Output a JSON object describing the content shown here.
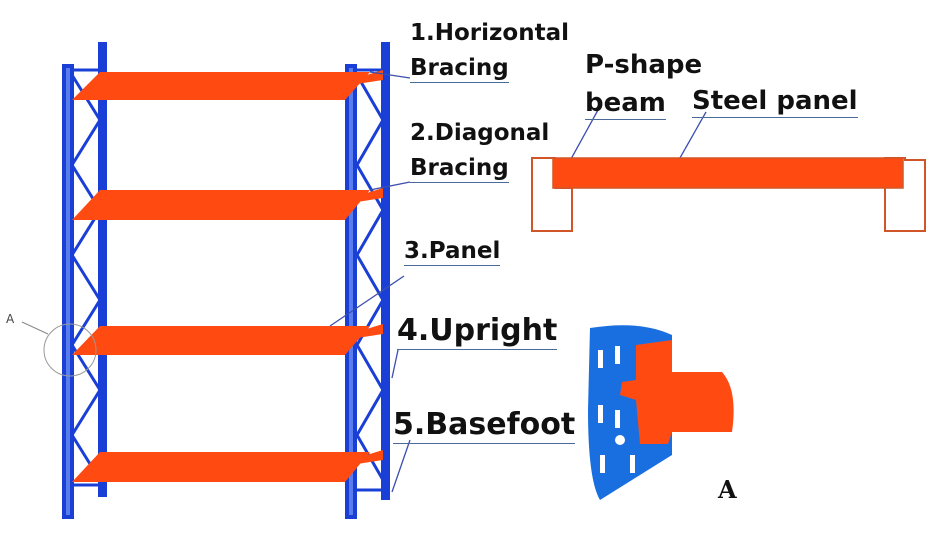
{
  "labels": {
    "horizontal_bracing_1": "1.Horizontal",
    "horizontal_bracing_2": "Bracing",
    "diagonal_bracing_1": "2.Diagonal",
    "diagonal_bracing_2": "Bracing",
    "panel": "3.Panel",
    "upright": "4.Upright",
    "basefoot": "5.Basefoot",
    "p_shape_beam_1": "P-shape",
    "p_shape_beam_2": "beam",
    "steel_panel": "Steel panel",
    "detail_marker_small": "A",
    "detail_title": "A"
  },
  "colors": {
    "upright": "#1a3fd6",
    "panel": "#ff4a12",
    "beam_outline": "#d0562a",
    "leader": "#3a4fb0"
  }
}
